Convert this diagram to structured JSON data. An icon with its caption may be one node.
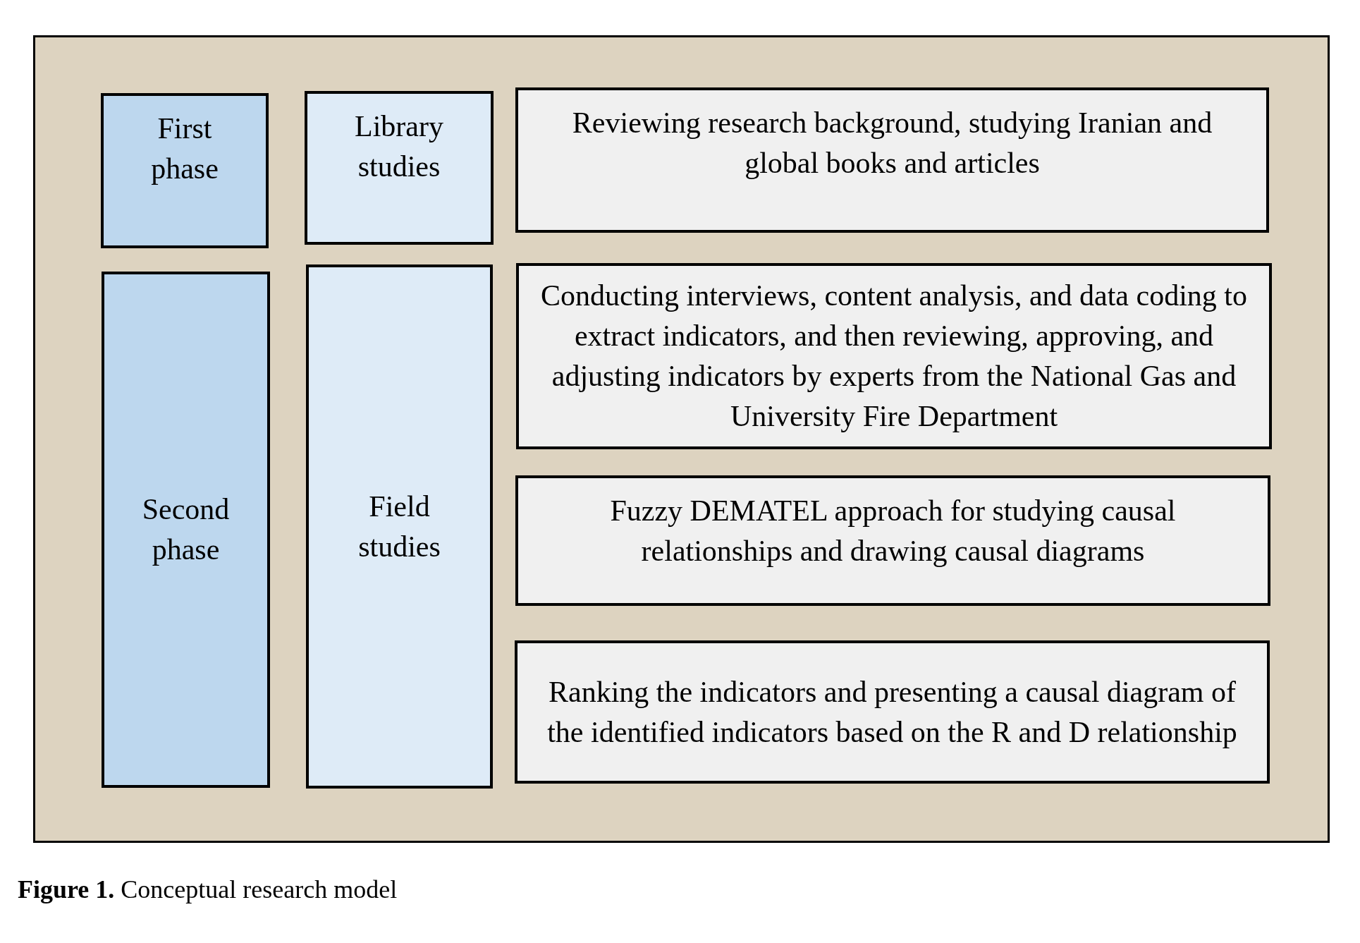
{
  "diagram": {
    "caption": "**Figure 1.** Conceptual research model",
    "nodes": [
      {
        "text": [
          "First phase"
        ]
      },
      {
        "text": [
          "Library studies"
        ]
      },
      {
        "text": [
          "Reviewing research background, studying Iranian and global books and articles"
        ]
      },
      {
        "text": [
          "Second phase"
        ]
      },
      {
        "text": [
          "Field studies"
        ]
      },
      {
        "text": [
          "Conducting interviews, content analysis, and data coding to extract indicators, and then reviewing, approving, and adjusting indicators by experts from the National Gas and University Fire Department"
        ]
      },
      {
        "text": [
          "Fuzzy DEMATEL approach for studying causal relationships and drawing causal diagrams"
        ]
      },
      {
        "text": [
          "Ranking the indicators and presenting a causal diagram of the identified indicators based on the R and D relationship"
        ]
      }
    ],
    "edges": []
  }
}
